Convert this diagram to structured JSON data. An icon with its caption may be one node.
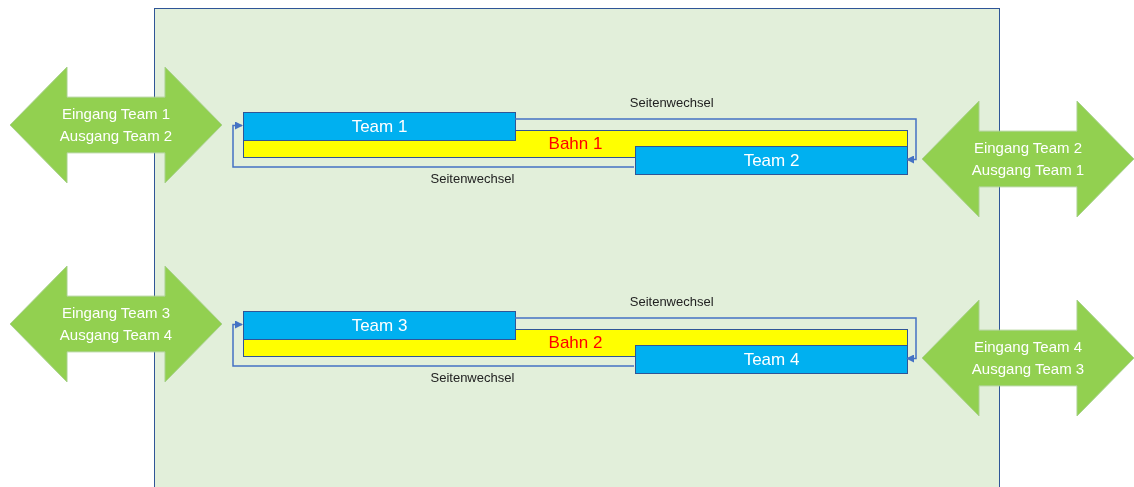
{
  "diagram": {
    "nodes": [
      {
        "text": [],
        "shape": "box"
      },
      {
        "text": [
          "Eingang Team 1",
          "Ausgang Team 2"
        ]
      },
      {
        "text": [
          "Bahn 1"
        ],
        "in": 0
      },
      {
        "text": [
          "Team 1"
        ],
        "in": 0
      },
      {
        "text": [
          "Team 2"
        ],
        "in": 0
      },
      {
        "text": [
          "Eingang Team 2",
          "Ausgang Team 1"
        ]
      },
      {
        "text": [
          "Eingang Team 3",
          "Ausgang Team 4"
        ]
      },
      {
        "text": [
          "Bahn 2"
        ],
        "in": 0
      },
      {
        "text": [
          "Team 3"
        ],
        "in": 0
      },
      {
        "text": [
          "Team 4"
        ],
        "in": 0
      },
      {
        "text": [
          "Eingang Team 4",
          "Ausgang Team 3"
        ]
      }
    ],
    "edges": [
      {
        "from": 3,
        "to": 4,
        "arrow": "to",
        "label": "Seitenwechsel"
      },
      {
        "from": 4,
        "to": 3,
        "arrow": "to",
        "label": "Seitenwechsel"
      },
      {
        "from": 8,
        "to": 9,
        "arrow": "to",
        "label": "Seitenwechsel"
      },
      {
        "from": 9,
        "to": 8,
        "arrow": "to",
        "label": "Seitenwechsel"
      }
    ]
  }
}
